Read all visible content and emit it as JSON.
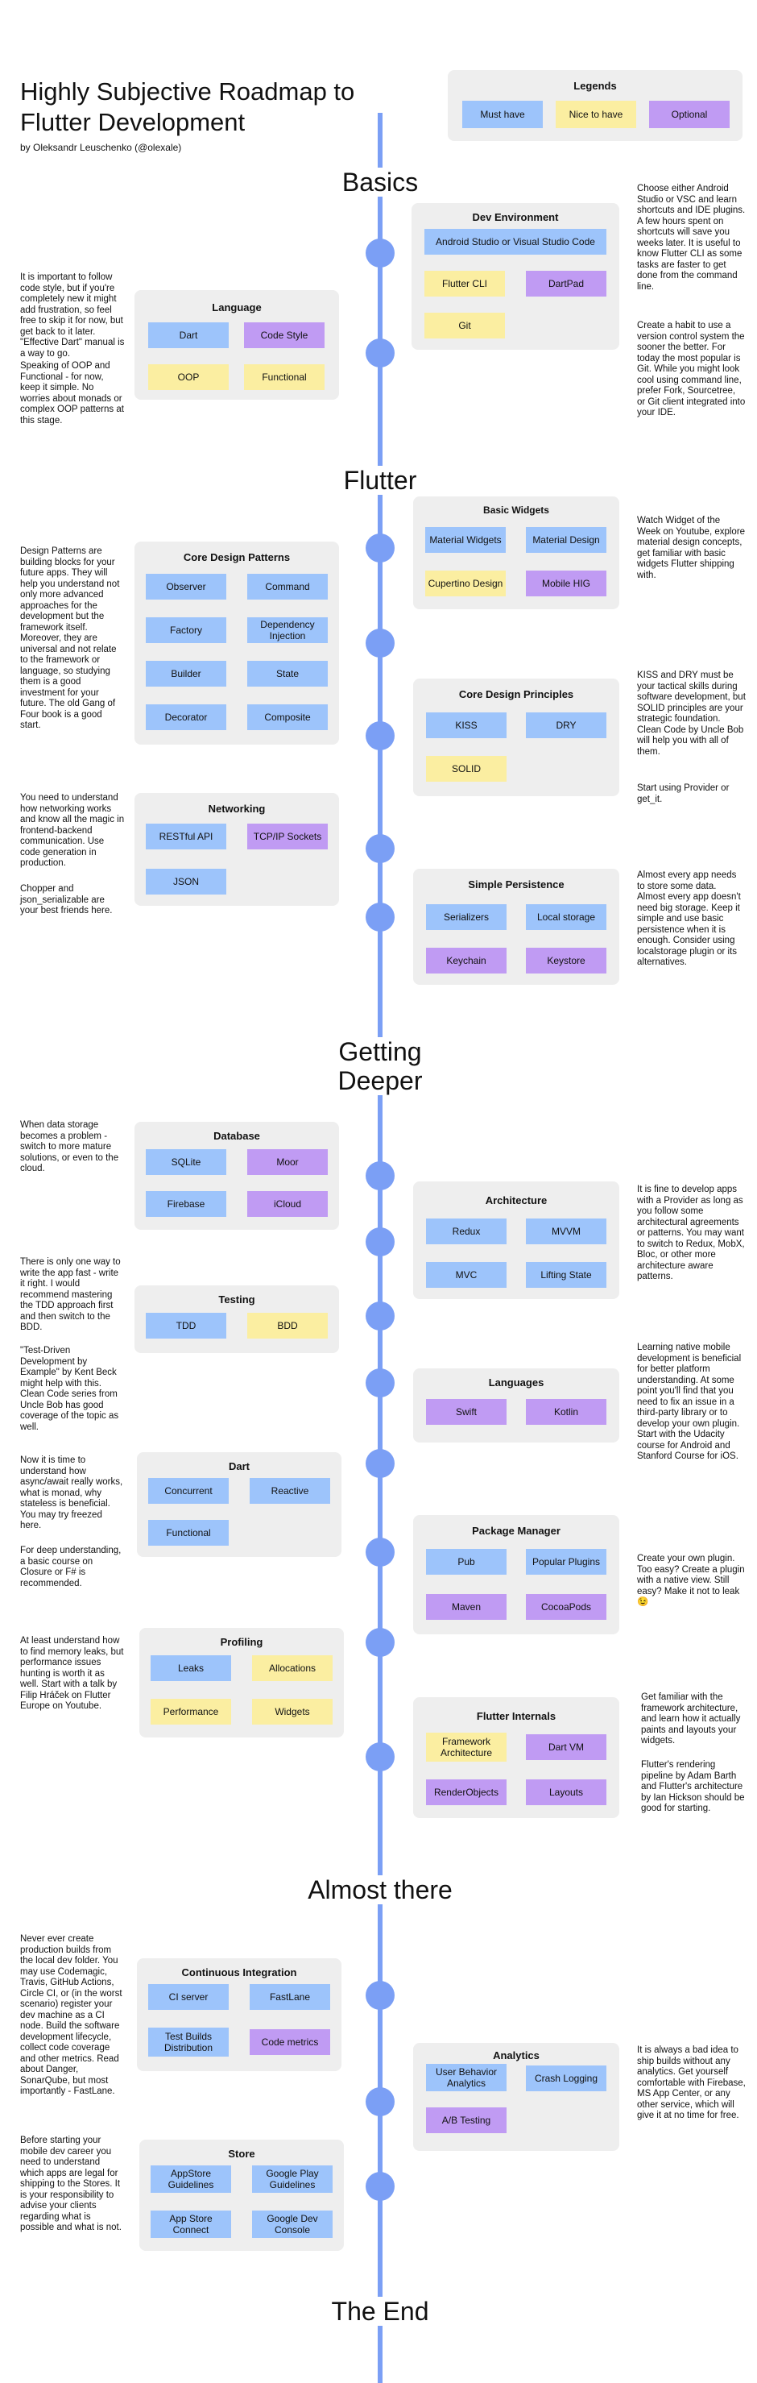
{
  "header": {
    "title": "Highly Subjective Roadmap to Flutter Development",
    "author": "by Oleksandr Leuschenko (@olexale)"
  },
  "legend": {
    "title": "Legends",
    "must": "Must have",
    "nice": "Nice to have",
    "optional": "Optional"
  },
  "colors": {
    "must": "#9dc4fb",
    "nice": "#fbeea1",
    "optional": "#c09bf3",
    "spine": "#7b9ff5"
  },
  "sections": {
    "basics": "Basics",
    "flutter": "Flutter",
    "getting_deeper": "Getting Deeper",
    "almost_there": "Almost there",
    "the_end": "The End"
  },
  "cards": {
    "dev_env": {
      "title": "Dev Environment",
      "items": [
        "Android Studio or Visual Studio Code",
        "Flutter CLI",
        "DartPad",
        "Git"
      ]
    },
    "language": {
      "title": "Language",
      "items": [
        "Dart",
        "Code Style",
        "OOP",
        "Functional"
      ]
    },
    "basic_widgets": {
      "title": "Basic Widgets",
      "items": [
        "Material Widgets",
        "Material Design",
        "Cupertino Design",
        "Mobile HIG"
      ]
    },
    "core_patterns": {
      "title": "Core Design Patterns",
      "items": [
        "Observer",
        "Command",
        "Factory",
        "Dependency Injection",
        "Builder",
        "State",
        "Decorator",
        "Composite"
      ]
    },
    "core_principles": {
      "title": "Core Design Principles",
      "items": [
        "KISS",
        "DRY",
        "SOLID"
      ]
    },
    "networking": {
      "title": "Networking",
      "items": [
        "RESTful API",
        "TCP/IP Sockets",
        "JSON"
      ]
    },
    "persistence": {
      "title": "Simple Persistence",
      "items": [
        "Serializers",
        "Local storage",
        "Keychain",
        "Keystore"
      ]
    },
    "database": {
      "title": "Database",
      "items": [
        "SQLite",
        "Moor",
        "Firebase",
        "iCloud"
      ]
    },
    "architecture": {
      "title": "Architecture",
      "items": [
        "Redux",
        "MVVM",
        "MVC",
        "Lifting State"
      ]
    },
    "testing": {
      "title": "Testing",
      "items": [
        "TDD",
        "BDD"
      ]
    },
    "languages": {
      "title": "Languages",
      "items": [
        "Swift",
        "Kotlin"
      ]
    },
    "dart": {
      "title": "Dart",
      "items": [
        "Concurrent",
        "Reactive",
        "Functional"
      ]
    },
    "package_manager": {
      "title": "Package Manager",
      "items": [
        "Pub",
        "Popular Plugins",
        "Maven",
        "CocoaPods"
      ]
    },
    "profiling": {
      "title": "Profiling",
      "items": [
        "Leaks",
        "Allocations",
        "Performance",
        "Widgets"
      ]
    },
    "internals": {
      "title": "Flutter Internals",
      "items": [
        "Framework Architecture",
        "Dart VM",
        "RenderObjects",
        "Layouts"
      ]
    },
    "ci": {
      "title": "Continuous Integration",
      "items": [
        "CI server",
        "FastLane",
        "Test Builds Distribution",
        "Code metrics"
      ]
    },
    "analytics": {
      "title": "Analytics",
      "items": [
        "User Behavior Analytics",
        "Crash Logging",
        "A/B Testing"
      ]
    },
    "store": {
      "title": "Store",
      "items": [
        "AppStore Guidelines",
        "Google Play Guidelines",
        "App Store Connect",
        "Google Dev Console"
      ]
    }
  },
  "notes": {
    "dev_env_1": "Choose either Android Studio or VSC and learn shortcuts and IDE plugins. A few hours spent on shortcuts will save you weeks later. It is useful to know Flutter CLI as some tasks are faster to get done from the command line.",
    "dev_env_2": "Create a habit to use a version control system the sooner the better. For today the most popular is Git. While you might look cool using command line, prefer Fork, Sourcetree, or Git client integrated into your IDE.",
    "language": "It is important to follow code style, but if you're completely new it might add frustration, so feel free to skip it for now, but get back to it later. \"Effective Dart\" manual is a way to go.",
    "language_2": "Speaking of OOP and Functional - for now, keep it simple. No worries about monads or complex OOP patterns at this stage.",
    "basic_widgets": "Watch Widget of the Week on Youtube, explore material design concepts, get familiar with basic widgets Flutter shipping with.",
    "core_patterns": "Design Patterns are building blocks for your future apps. They will help you understand not only more advanced approaches for the development but the framework itself. Moreover, they are universal and not relate to the framework or language, so studying them is a good investment for your future. The old Gang of Four book is a good start.",
    "core_principles": "KISS and DRY must be your tactical skills during software development, but SOLID principles are your strategic foundation. Clean Code by Uncle Bob will help you with all of them.",
    "core_principles_2": "Start using Provider or get_it.",
    "networking": "You need to understand how networking works and know all the magic in frontend-backend communication. Use code generation in production.",
    "networking_2": "Chopper and json_serializable are your best friends here.",
    "persistence": "Almost every app needs to store some data. Almost every app doesn't need big storage. Keep it simple and use basic persistence when it is enough. Consider using localstorage plugin or its alternatives.",
    "database": "When data storage becomes a problem - switch to more mature solutions, or even to the cloud.",
    "architecture": "It is fine to develop apps with a Provider as long as you follow some architectural agreements or patterns. You may want to switch to Redux, MobX, Bloc, or other more architecture aware patterns.",
    "testing": "There is only one way to write the app fast - write it right. I would recommend mastering the TDD approach first and then switch to the BDD.",
    "testing_2": "\"Test-Driven Development by Example\" by Kent Beck might help with this. Clean Code series from Uncle Bob has good coverage of the topic as well.",
    "languages": "Learning native mobile development is beneficial for better platform understanding. At some point you'll find that you need to fix an issue in a third-party library or to develop your own plugin. Start with the Udacity course for Android and Stanford Course for iOS.",
    "dart": "Now it is time to understand how async/await really works, what is monad, why stateless is beneficial. You may try freezed here.",
    "dart_2": "For deep understanding, a basic course on Closure or F# is recommended.",
    "package_manager": "Create your own plugin. Too easy? Create a plugin with a native view. Still easy? Make it not to leak 😉",
    "profiling": "At least understand how to find memory leaks, but performance issues hunting is worth it as well. Start with a talk by Filip Hráček on Flutter Europe on Youtube.",
    "internals": "Get familiar with the framework architecture, and learn how it actually paints and layouts your widgets.",
    "internals_2": "Flutter's rendering pipeline by Adam Barth and Flutter's architecture by Ian Hickson should be good for starting.",
    "ci": "Never ever create production builds from the local dev folder. You may use Codemagic, Travis, GitHub Actions, Circle CI, or (in the worst scenario) register your dev machine as a CI node. Build the software development lifecycle, collect code coverage and other metrics. Read about Danger, SonarQube, but most importantly - FastLane.",
    "analytics": "It is always a bad idea to ship builds without any analytics. Get yourself comfortable with Firebase, MS App Center, or any other service, which will give it at no time for free.",
    "store": "Before starting your mobile dev career you need to understand which apps are legal for shipping to the Stores. It is your responsibility to advise your clients regarding what is possible and what is not."
  }
}
